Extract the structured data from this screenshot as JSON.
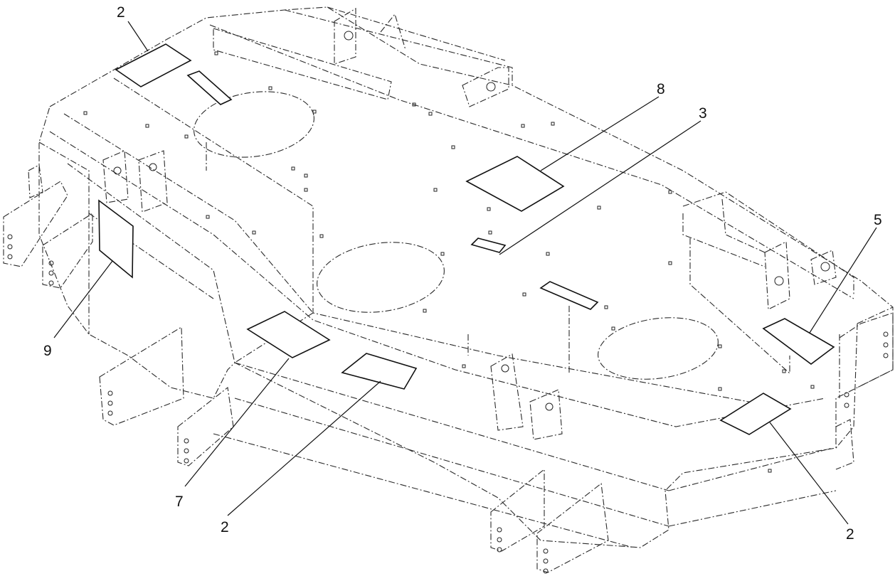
{
  "diagram": {
    "callouts": [
      {
        "id": "c-2-topleft",
        "text": "2"
      },
      {
        "id": "c-8",
        "text": "8"
      },
      {
        "id": "c-3",
        "text": "3"
      },
      {
        "id": "c-5",
        "text": "5"
      },
      {
        "id": "c-9",
        "text": "9"
      },
      {
        "id": "c-7",
        "text": "7"
      },
      {
        "id": "c-2-bottom",
        "text": "2"
      },
      {
        "id": "c-2-bottomright",
        "text": "2"
      }
    ]
  }
}
